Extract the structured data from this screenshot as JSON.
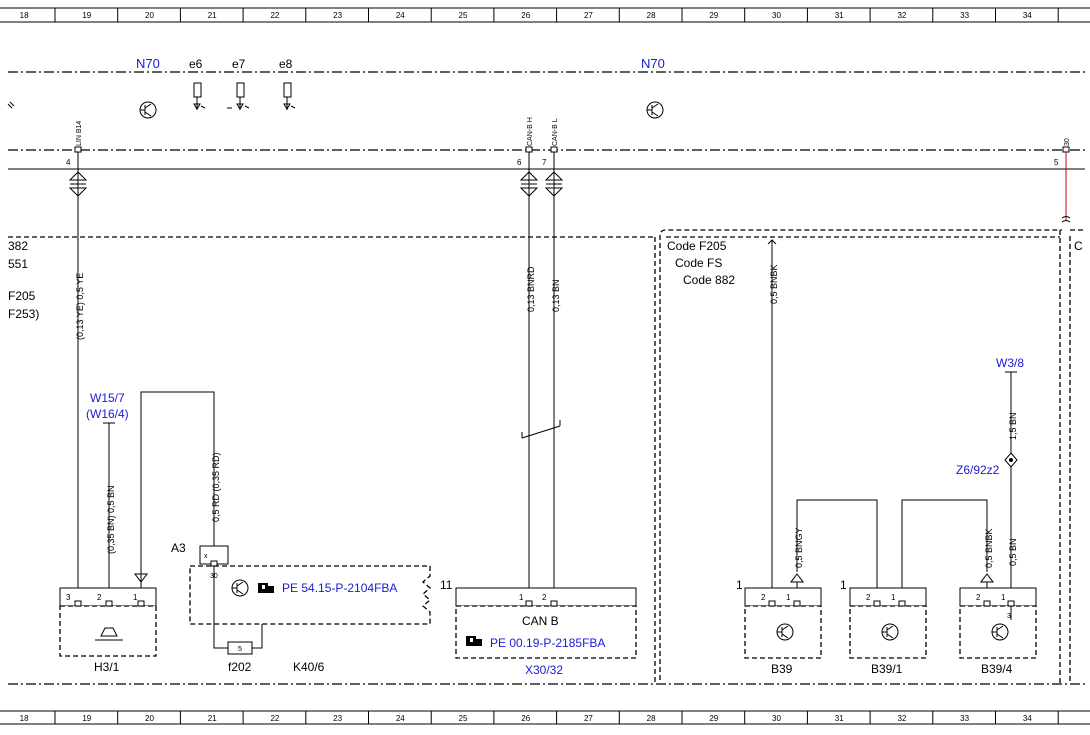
{
  "ruler": {
    "columns": [
      "18",
      "19",
      "20",
      "21",
      "22",
      "23",
      "24",
      "25",
      "26",
      "27",
      "28",
      "29",
      "30",
      "31",
      "32",
      "33",
      "34"
    ]
  },
  "modules": {
    "n70_left": "N70",
    "n70_right": "N70",
    "e6": "e6",
    "e7": "e7",
    "e8": "e8"
  },
  "connectors": {
    "lin_b14": "LIN B14",
    "lin_pin": "4",
    "can_h": "CAN-B H",
    "can_h_pin": "6",
    "can_l": "CAN-B L",
    "can_l_pin": "7",
    "pin30": "30",
    "pin30_num": "5"
  },
  "left_text": {
    "l1": "382",
    "l2": "551",
    "l3": "F205",
    "l4": "F253)"
  },
  "wires": {
    "lin_wire": "(0,13 YE) 0,5 YE",
    "canh_wire": "0,13 BNRD",
    "canl_wire": "0,13 BN",
    "bn_wire": "(0,35 BN) 0,5 BN",
    "rd_wire": "0,5 RD (0,35 RD)",
    "bnbk_top": "0,5 BNBK",
    "bngy": "0,5 BNGY",
    "bnbk_b394": "0,5 BNBK",
    "bn15": "1,5 BN",
    "bn05": "0,5 BN"
  },
  "code_box": {
    "c1": "Code F205",
    "c2": "Code FS",
    "c3": "Code 882",
    "right_c": "C"
  },
  "components": {
    "w15_7": "W15/7",
    "w16_4": "(W16/4)",
    "a3": "A3",
    "x_pin": "x",
    "pin_30": "30",
    "fuse_num": "5",
    "f202": "f202",
    "k40_6": "K40/6",
    "h3_1": "H3/1",
    "h31_pins": [
      "3",
      "2",
      "1"
    ],
    "pe_k40": "PE 54.15-P-2104FBA",
    "x30_32_num": "11",
    "x30_32_pins": [
      "1",
      "2"
    ],
    "can_b": "CAN B",
    "pe_x30": "PE 00.19-P-2185FBA",
    "x30_32": "X30/32",
    "b39_num": "1",
    "b39": "B39",
    "b39_pins": [
      "2",
      "1"
    ],
    "b391_num": "1",
    "b39_1": "B39/1",
    "b391_pins": [
      "2",
      "1"
    ],
    "b39_4": "B39/4",
    "b394_pins": [
      "2",
      "1"
    ],
    "b394_inner": "3",
    "w3_8": "W3/8",
    "z6_92z2": "Z6/92z2"
  },
  "colors": {
    "accent_blue": "#1a1ad6",
    "wire_red": "#cc0000"
  },
  "icons": {
    "sensor": "transistor-sensor-icon",
    "reference": "hand-pointer-icon",
    "horn": "horn-icon",
    "ground": "ground-symbol-icon"
  }
}
